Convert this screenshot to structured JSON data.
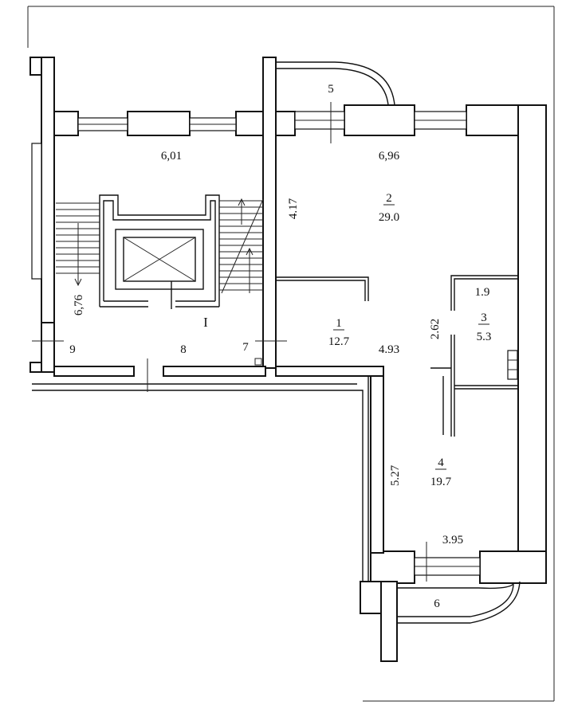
{
  "dimensions": {
    "stair_width": "6,01",
    "room2_width": "6,96",
    "room2_depth": "4.17",
    "stair_length": "6,76",
    "corridor_width": "4.93",
    "room3_width": "1.9",
    "room3_depth": "2.62",
    "room4_depth": "5.27",
    "room4_width": "3.95"
  },
  "rooms": {
    "room1": {
      "number": "1",
      "area": "12.7"
    },
    "room2": {
      "number": "2",
      "area": "29.0"
    },
    "room3": {
      "number": "3",
      "area": "5.3"
    },
    "room4": {
      "number": "4",
      "area": "19.7"
    },
    "stairwell": {
      "number": "I"
    }
  },
  "markers": {
    "balcony_top": "5",
    "balcony_bottom": "6",
    "door_7": "7",
    "hall_8": "8",
    "door_9": "9"
  }
}
